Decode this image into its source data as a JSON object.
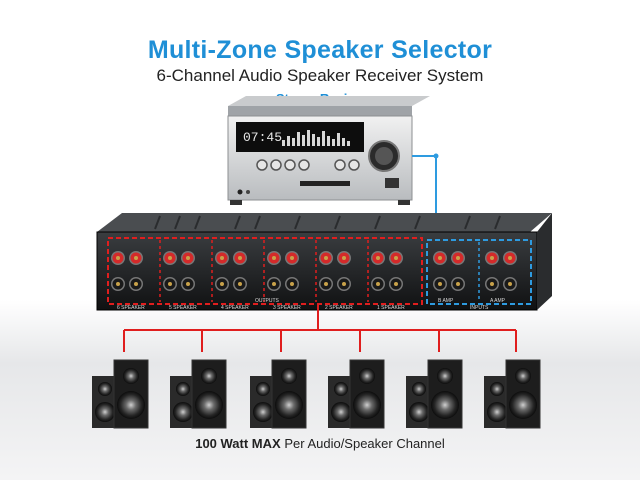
{
  "header": {
    "title": "Multi-Zone Speaker Selector",
    "subtitle": "6-Channel Audio Speaker Receiver System"
  },
  "receiver": {
    "label": "Stereo Reciever",
    "display_time": "07:45"
  },
  "selector": {
    "zone_labels": [
      "6 SPEAKER",
      "5 SPEAKER",
      "4 SPEAKER",
      "3 SPEAKER",
      "2 SPEAKER",
      "1 SPEAKER"
    ],
    "outputs_label": "OUTPUTS",
    "input_labels": [
      "B AMP",
      "A AMP"
    ],
    "inputs_label": "INPUTS"
  },
  "caption": {
    "bold": "100 Watt MAX",
    "rest": " Per Audio/Speaker Channel"
  },
  "colors": {
    "title_blue": "#1f8fd6",
    "output_wire_red": "#e01e1e",
    "input_wire_blue": "#2e9be0"
  }
}
